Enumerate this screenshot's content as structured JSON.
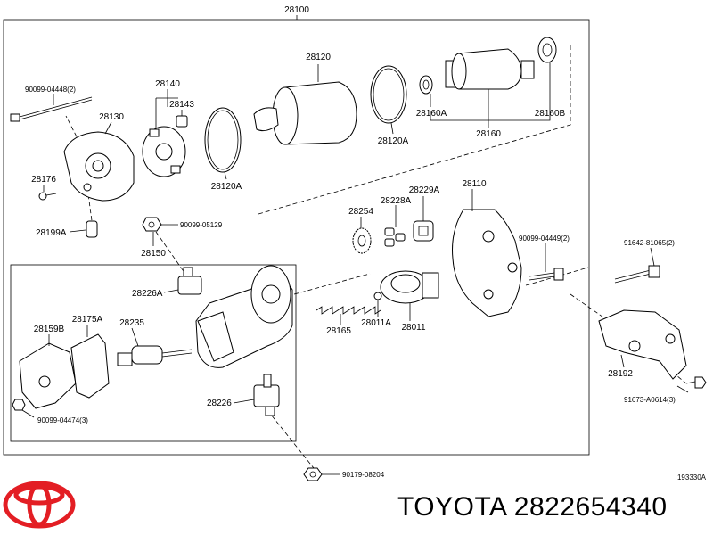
{
  "labels": {
    "assembly": "28100",
    "bolt_top": "90099-04448(2)",
    "yoke": "28120",
    "oring_top": "28120A",
    "armature_bearing": "28160A",
    "armature": "28160",
    "bearing_right": "28160B",
    "brush_holder": "28140",
    "holder_part": "28143",
    "end_frame": "28130",
    "oring_left": "28120A",
    "screw": "28176",
    "cap_pin": "28199A",
    "nut_top": "90099-05129",
    "solenoid_assy": "28150",
    "gear": "28254",
    "retainer_a": "28228A",
    "retainer_b": "28229A",
    "housing": "28110",
    "bolt_right": "90099-04449(2)",
    "long_bolt": "91642-81065(2)",
    "seal": "28226A",
    "spring": "28165",
    "ball": "28011A",
    "clutch": "28011",
    "bracket": "28192",
    "screw_bracket": "91673-A0614(3)",
    "gasket": "28159B",
    "cover_gasket": "28175A",
    "plunger": "28235",
    "screw_cover": "90099-04474(3)",
    "terminal": "28226",
    "nut_bottom": "90179-08204",
    "diagram_code": "193330A"
  },
  "footer": {
    "brand": "TOYOTA",
    "part_number": "2822654340"
  },
  "logo": {
    "icon": "toyota-emblem",
    "color": "#e31e24"
  }
}
